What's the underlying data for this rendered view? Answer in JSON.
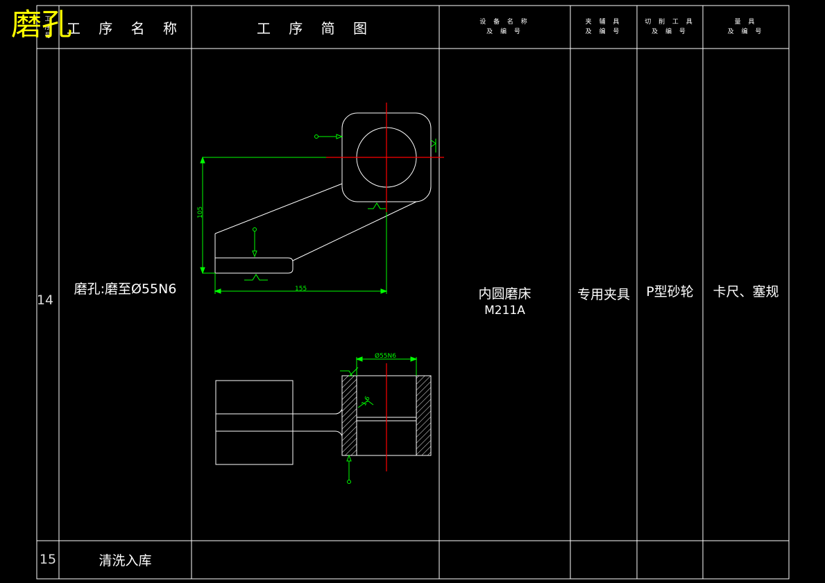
{
  "overlay_title": "磨孔",
  "header": {
    "col_step_no": "工\n序\n号",
    "col_step_name": "工 序 名 称",
    "col_sketch": "工 序 简 图",
    "col_equipment": [
      "设 备 名 称",
      "及 编 号"
    ],
    "col_fixture": [
      "夹 辅 具",
      "及 编 号"
    ],
    "col_tool": [
      "切 削 工 具",
      "及 编 号"
    ],
    "col_gauge": [
      "量    具",
      "及 编 号"
    ]
  },
  "rows": [
    {
      "no": "14",
      "name": "磨孔:磨至Ø55N6",
      "equipment": [
        "内圆磨床",
        "M211A"
      ],
      "fixture": "专用夹具",
      "tool": "P型砂轮",
      "gauge": "卡尺、塞规"
    },
    {
      "no": "15",
      "name": "清洗入库",
      "equipment": [
        "",
        ""
      ],
      "fixture": "",
      "tool": "",
      "gauge": ""
    }
  ],
  "sketch": {
    "dim_height": "105",
    "dim_length": "155",
    "dim_diameter": "Ø55N6",
    "dim_chamfer": "1.6"
  },
  "colors": {
    "lines": "#ffffff",
    "dimension": "#00ff00",
    "centerline": "#ff0000",
    "overlay": "#ffff00"
  }
}
